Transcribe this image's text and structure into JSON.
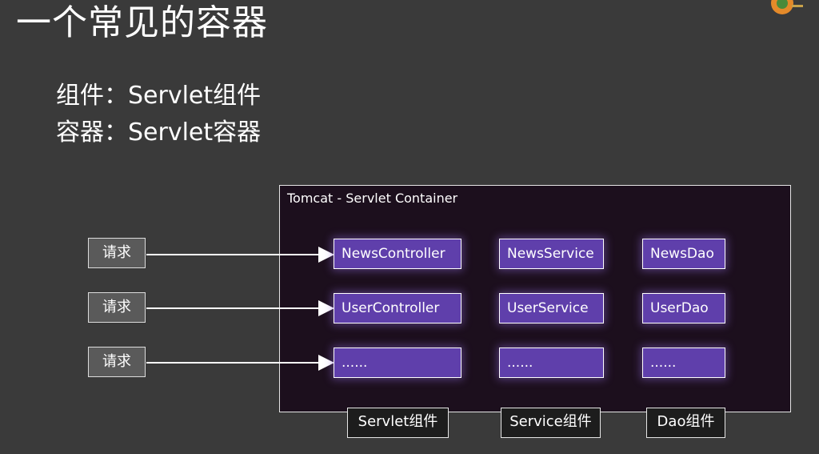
{
  "title": "一个常见的容器",
  "subtitle_lines": [
    "组件：Servlet组件",
    "容器：Servlet容器"
  ],
  "container": {
    "title": "Tomcat - Servlet Container"
  },
  "requests": [
    "请求",
    "请求",
    "请求"
  ],
  "grid": {
    "controllers": [
      "NewsController",
      "UserController",
      "......"
    ],
    "services": [
      "NewsService",
      "UserService",
      "......"
    ],
    "daos": [
      "NewsDao",
      "UserDao",
      "......"
    ]
  },
  "component_labels": [
    "Servlet组件",
    "Service组件",
    "Dao组件"
  ],
  "colors": {
    "background": "#3a3a3a",
    "container_bg": "#1c0f1d",
    "component_fill": "#5f3fab",
    "request_fill": "#5a5a5a"
  }
}
